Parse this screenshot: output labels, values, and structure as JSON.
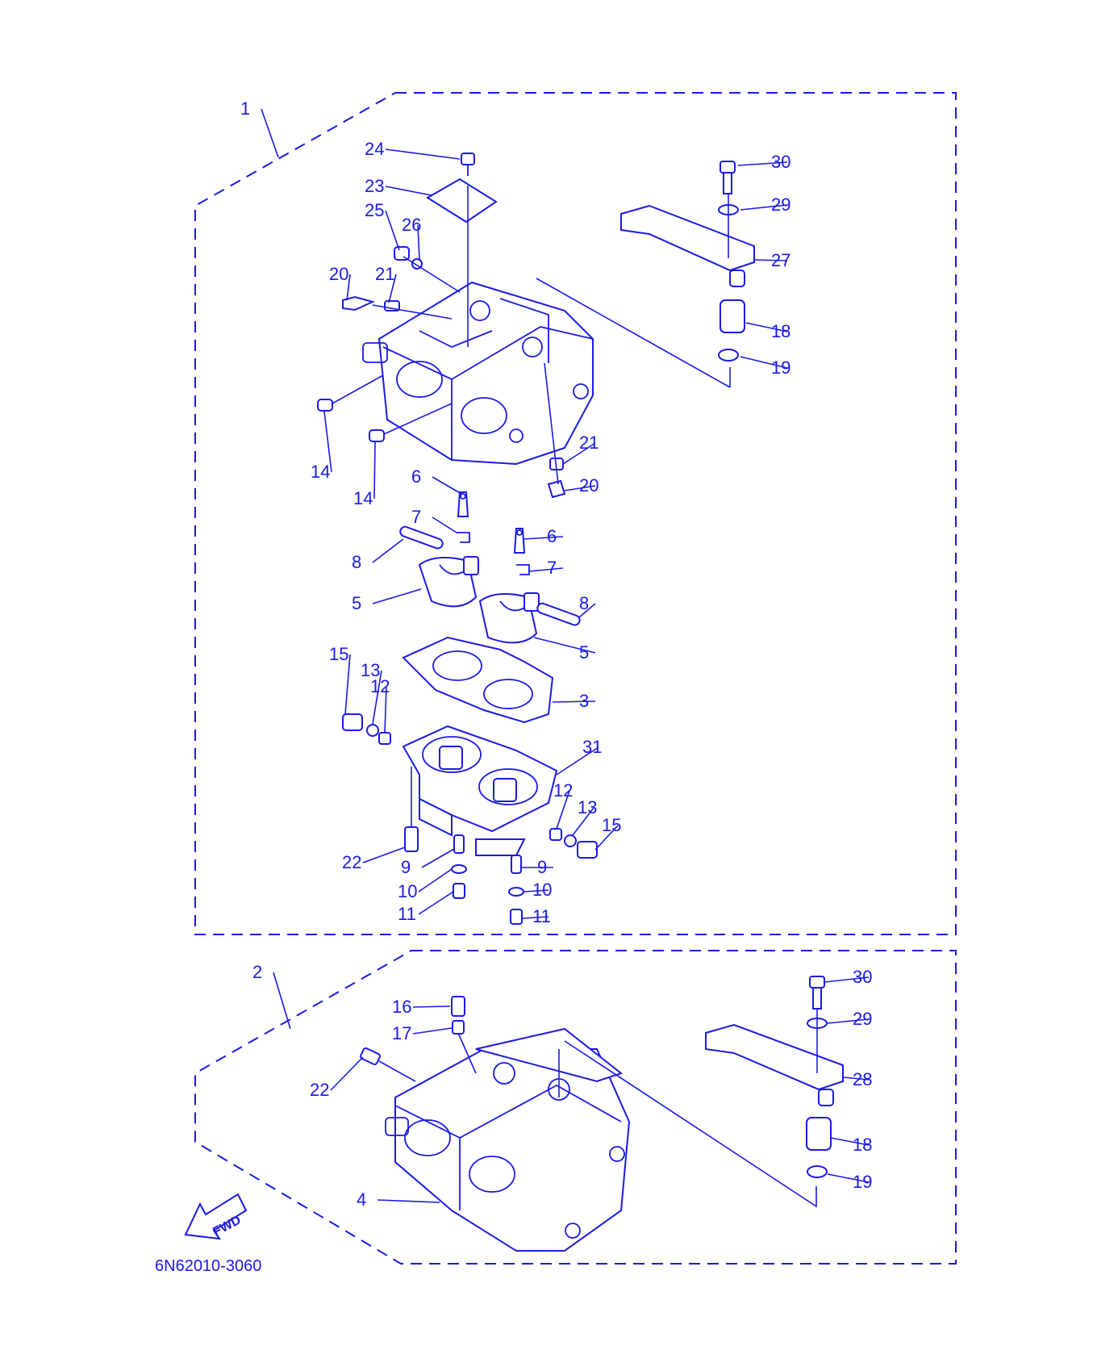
{
  "diagram": {
    "footer_code": "6N62010-3060",
    "fwd_label": "FWD",
    "line_color": "#1a1ae6",
    "labels": [
      "1",
      "24",
      "23",
      "25",
      "26",
      "20",
      "21",
      "30",
      "29",
      "27",
      "18",
      "19",
      "14",
      "14",
      "21",
      "20",
      "6",
      "7",
      "8",
      "5",
      "6",
      "7",
      "8",
      "5",
      "3",
      "15",
      "13",
      "12",
      "31",
      "12",
      "13",
      "15",
      "22",
      "9",
      "9",
      "10",
      "10",
      "11",
      "11",
      "2",
      "16",
      "17",
      "22",
      "30",
      "29",
      "28",
      "18",
      "19",
      "4"
    ]
  }
}
